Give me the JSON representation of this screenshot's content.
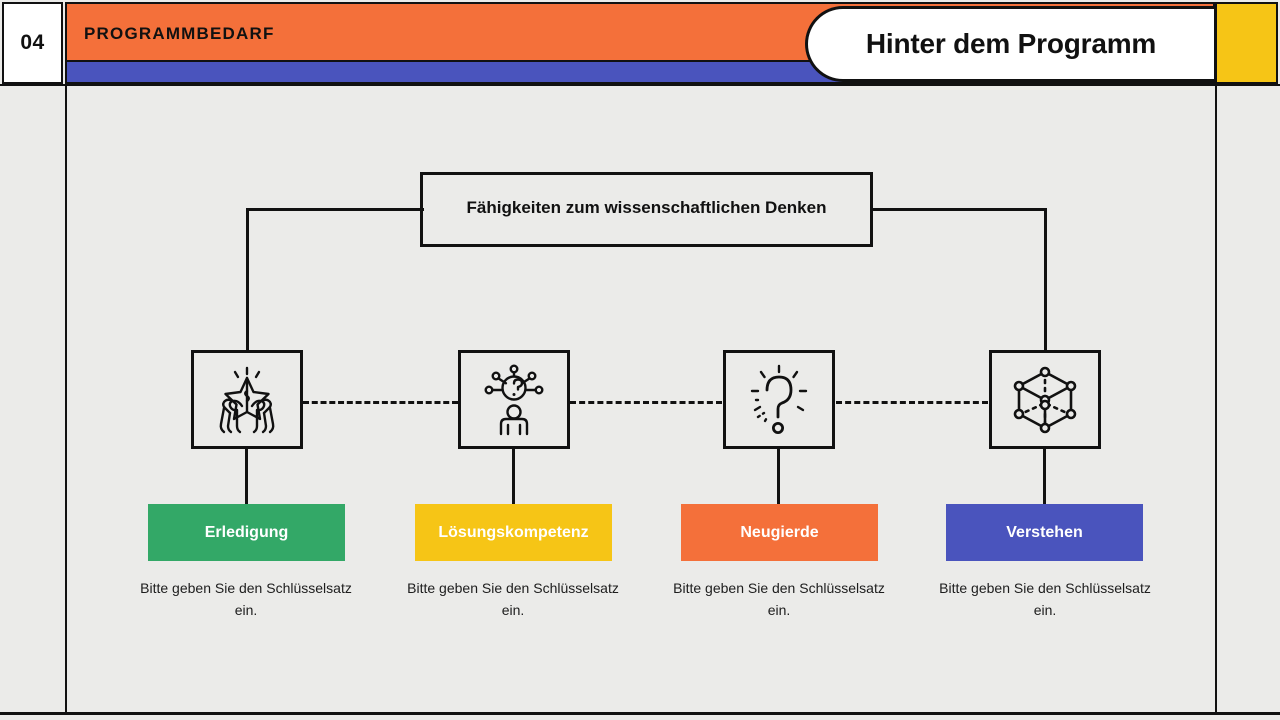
{
  "header": {
    "slide_number": "04",
    "eyebrow": "PROGRAMMBEDARF",
    "title": "Hinter dem Programm",
    "colors": {
      "orange": "#f4703a",
      "blue": "#4a54bd",
      "yellow": "#f6c516",
      "ink": "#111111",
      "canvas": "#ebebe9"
    }
  },
  "diagram": {
    "root": {
      "label": "Fähigkeiten zum wissenschaftlichen Denken"
    },
    "nodes": [
      {
        "icon": "hands-holding-star-icon",
        "label": "Erledigung",
        "color": "#33a867",
        "caption": "Bitte geben Sie den Schlüsselsatz ein."
      },
      {
        "icon": "person-question-network-icon",
        "label": "Lösungskompetenz",
        "color": "#f6c516",
        "caption": "Bitte geben Sie den Schlüsselsatz ein."
      },
      {
        "icon": "shining-question-mark-icon",
        "label": "Neugierde",
        "color": "#f4703a",
        "caption": "Bitte geben Sie den Schlüsselsatz ein."
      },
      {
        "icon": "cube-lattice-icon",
        "label": "Verstehen",
        "color": "#4a54bd",
        "caption": "Bitte geben Sie den Schlüsselsatz ein."
      }
    ]
  }
}
